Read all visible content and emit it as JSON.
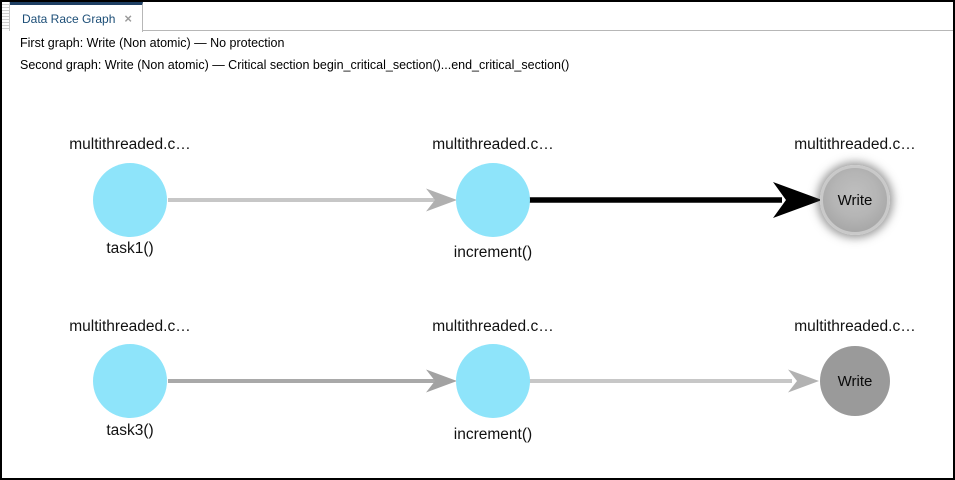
{
  "tab": {
    "label": "Data Race Graph",
    "close_glyph": "×"
  },
  "header": {
    "line1": "First graph: Write (Non atomic) — No protection",
    "line2": "Second graph: Write (Non atomic) — Critical section begin_critical_section()...end_critical_section()"
  },
  "graphs": [
    {
      "id": "first",
      "nodes": [
        {
          "file": "multithreaded.c…",
          "label": "task1()",
          "type": "function"
        },
        {
          "file": "multithreaded.c…",
          "label": "increment()",
          "type": "function"
        },
        {
          "file": "multithreaded.c…",
          "label": "Write",
          "type": "operation",
          "selected": true
        }
      ],
      "edges": [
        {
          "from": "task1()",
          "to": "increment()",
          "style": "normal"
        },
        {
          "from": "increment()",
          "to": "Write",
          "style": "race-highlight"
        }
      ]
    },
    {
      "id": "second",
      "nodes": [
        {
          "file": "multithreaded.c…",
          "label": "task3()",
          "type": "function"
        },
        {
          "file": "multithreaded.c…",
          "label": "increment()",
          "type": "function"
        },
        {
          "file": "multithreaded.c…",
          "label": "Write",
          "type": "operation",
          "selected": false
        }
      ],
      "edges": [
        {
          "from": "task3()",
          "to": "increment()",
          "style": "normal"
        },
        {
          "from": "increment()",
          "to": "Write",
          "style": "normal"
        }
      ]
    }
  ],
  "colors": {
    "function_node_fill": "#8ee4fa",
    "operation_node_fill": "#9a9a9a",
    "edge_light_gray": "#c7c7c7",
    "edge_medium_gray": "#a9a9a9",
    "edge_race_black": "#000000",
    "tab_accent": "#1e3f63",
    "tab_text": "#1c4e77"
  }
}
